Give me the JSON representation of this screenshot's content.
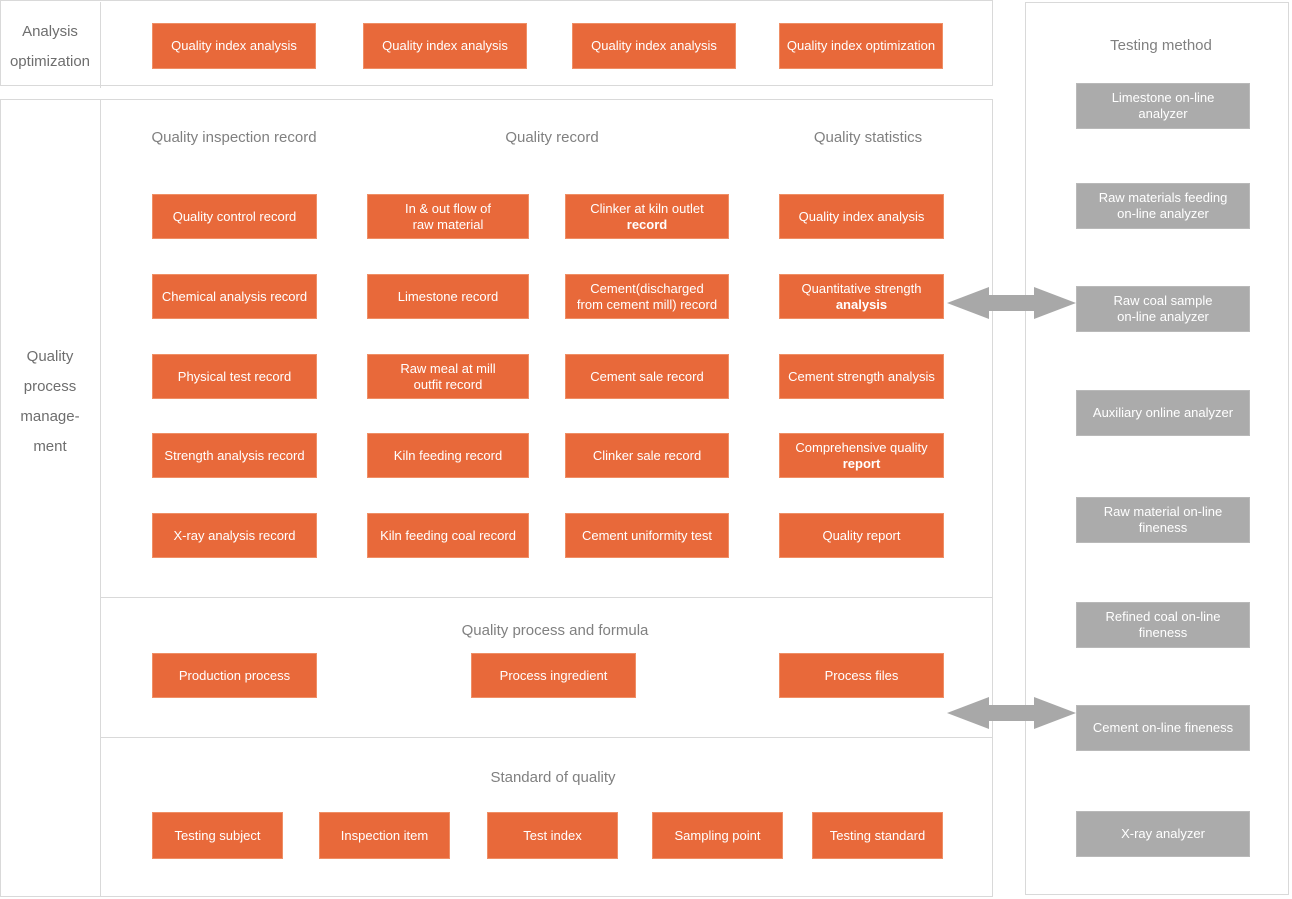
{
  "colors": {
    "accent_orange": "#e8693a",
    "accent_orange_border": "#ef8f66",
    "gray_box": "#ababab",
    "panel_border": "#d9d9d9",
    "header_text": "#808080",
    "rail_text": "#6e6e6e",
    "arrow_gray": "#a8a8a8"
  },
  "rails": {
    "analysis": "Analysis\noptimization",
    "process": "Quality\nprocess\nmanage-\nment"
  },
  "analysis_row": {
    "buttons": [
      {
        "lines": [
          "Quality index analysis"
        ]
      },
      {
        "lines": [
          "Quality index analysis"
        ]
      },
      {
        "lines": [
          "Quality index analysis"
        ]
      },
      {
        "lines": [
          "Quality index optimization"
        ]
      }
    ]
  },
  "records": {
    "headers": [
      "Quality inspection record",
      "Quality record",
      "Quality statistics"
    ],
    "columns": [
      {
        "items": [
          {
            "lines": [
              "Quality control record"
            ]
          },
          {
            "lines": [
              "Chemical analysis record"
            ]
          },
          {
            "lines": [
              "Physical test record"
            ]
          },
          {
            "lines": [
              "Strength analysis record"
            ]
          },
          {
            "lines": [
              "X-ray analysis record"
            ]
          }
        ]
      },
      {
        "items": [
          {
            "lines": [
              "In & out flow of",
              "raw material"
            ]
          },
          {
            "lines": [
              "Limestone record"
            ]
          },
          {
            "lines": [
              "Raw meal at mill",
              "outfit record"
            ]
          },
          {
            "lines": [
              "Kiln feeding record"
            ]
          },
          {
            "lines": [
              "Kiln feeding coal record"
            ]
          }
        ]
      },
      {
        "items": [
          {
            "lines": [
              "Clinker at kiln outlet",
              "record"
            ],
            "bold_line": 1
          },
          {
            "lines": [
              "Cement(discharged",
              "from cement mill) record"
            ]
          },
          {
            "lines": [
              "Cement sale record"
            ]
          },
          {
            "lines": [
              "Clinker sale record"
            ]
          },
          {
            "lines": [
              "Cement uniformity test"
            ]
          }
        ]
      },
      {
        "items": [
          {
            "lines": [
              "Quality index analysis"
            ]
          },
          {
            "lines": [
              "Quantitative strength",
              "analysis"
            ],
            "bold_line": 1
          },
          {
            "lines": [
              "Cement strength analysis"
            ]
          },
          {
            "lines": [
              "Comprehensive quality",
              "report"
            ],
            "bold_line": 1
          },
          {
            "lines": [
              "Quality report"
            ]
          }
        ]
      }
    ]
  },
  "formula": {
    "header": "Quality process and formula",
    "buttons": [
      {
        "lines": [
          "Production process"
        ]
      },
      {
        "lines": [
          "Process ingredient"
        ]
      },
      {
        "lines": [
          "Process files"
        ]
      }
    ]
  },
  "standard": {
    "header": "Standard of quality",
    "buttons": [
      {
        "lines": [
          "Testing subject"
        ]
      },
      {
        "lines": [
          "Inspection item"
        ]
      },
      {
        "lines": [
          "Test index"
        ]
      },
      {
        "lines": [
          "Sampling point"
        ]
      },
      {
        "lines": [
          "Testing standard"
        ]
      }
    ]
  },
  "testing": {
    "header": "Testing method",
    "boxes": [
      {
        "lines": [
          "Limestone  on-line",
          "analyzer"
        ]
      },
      {
        "lines": [
          "Raw materials feeding",
          "on-line analyzer"
        ]
      },
      {
        "lines": [
          "Raw coal sample",
          "on-line analyzer"
        ]
      },
      {
        "lines": [
          "Auxiliary online analyzer"
        ]
      },
      {
        "lines": [
          "Raw material on-line",
          "fineness"
        ]
      },
      {
        "lines": [
          "Refined coal on-line",
          "fineness"
        ]
      },
      {
        "lines": [
          "Cement on-line fineness"
        ]
      },
      {
        "lines": [
          "X-ray analyzer"
        ]
      }
    ]
  }
}
